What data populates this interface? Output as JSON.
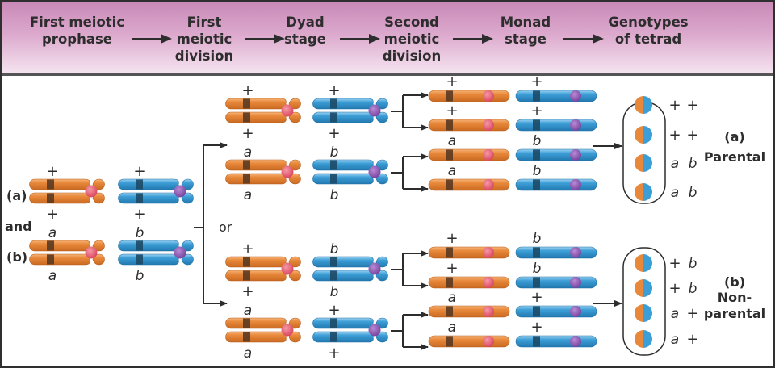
{
  "header": {
    "stages": [
      "First meiotic\nprophase",
      "First\nmeiotic\ndivision",
      "Dyad\nstage",
      "Second\nmeiotic\ndivision",
      "Monad\nstage",
      "Genotypes\nof tetrad"
    ]
  },
  "left": {
    "label_a": "(a)",
    "label_and": "and",
    "label_b": "(b)",
    "label_or": "or",
    "pair_a": {
      "chrom1_top": "+",
      "chrom1_bottom": "+",
      "chrom2_top": "+",
      "chrom2_bottom": "+"
    },
    "pair_b": {
      "chrom1_top": "a",
      "chrom1_bottom": "a",
      "chrom2_top": "b",
      "chrom2_bottom": "b"
    }
  },
  "dyads": [
    {
      "c1_top": "+",
      "c1_bot": "+",
      "c2_top": "+",
      "c2_bot": "+"
    },
    {
      "c1_top": "a",
      "c1_bot": "a",
      "c2_top": "b",
      "c2_bot": "b"
    },
    {
      "c1_top": "+",
      "c1_bot": "+",
      "c2_top": "b",
      "c2_bot": "b"
    },
    {
      "c1_top": "a",
      "c1_bot": "a",
      "c2_top": "+",
      "c2_bot": "+"
    }
  ],
  "monads": [
    {
      "c1": "+",
      "c2": "+"
    },
    {
      "c1": "+",
      "c2": "+"
    },
    {
      "c1": "a",
      "c2": "b"
    },
    {
      "c1": "a",
      "c2": "b"
    },
    {
      "c1": "+",
      "c2": "b"
    },
    {
      "c1": "+",
      "c2": "b"
    },
    {
      "c1": "a",
      "c2": "+"
    },
    {
      "c1": "a",
      "c2": "+"
    }
  ],
  "tetrads": [
    {
      "genotypes": [
        "+ +",
        "+ +",
        "a  b",
        "a  b"
      ],
      "label_letter": "(a)",
      "label": "Parental"
    },
    {
      "genotypes": [
        "+ b",
        "+ b",
        "a  +",
        "a  +"
      ],
      "label_letter": "(b)",
      "label": "Non-\nparental"
    }
  ],
  "colors": {
    "orange": "#e8883a",
    "blue": "#3c9ed6",
    "centromere_red": "#e8566a",
    "centromere_purple": "#8a55b0",
    "band_orange": "#5a3a22",
    "band_blue": "#1d4a66",
    "header_top": "#c98ab8",
    "text": "#2d2d2d"
  }
}
